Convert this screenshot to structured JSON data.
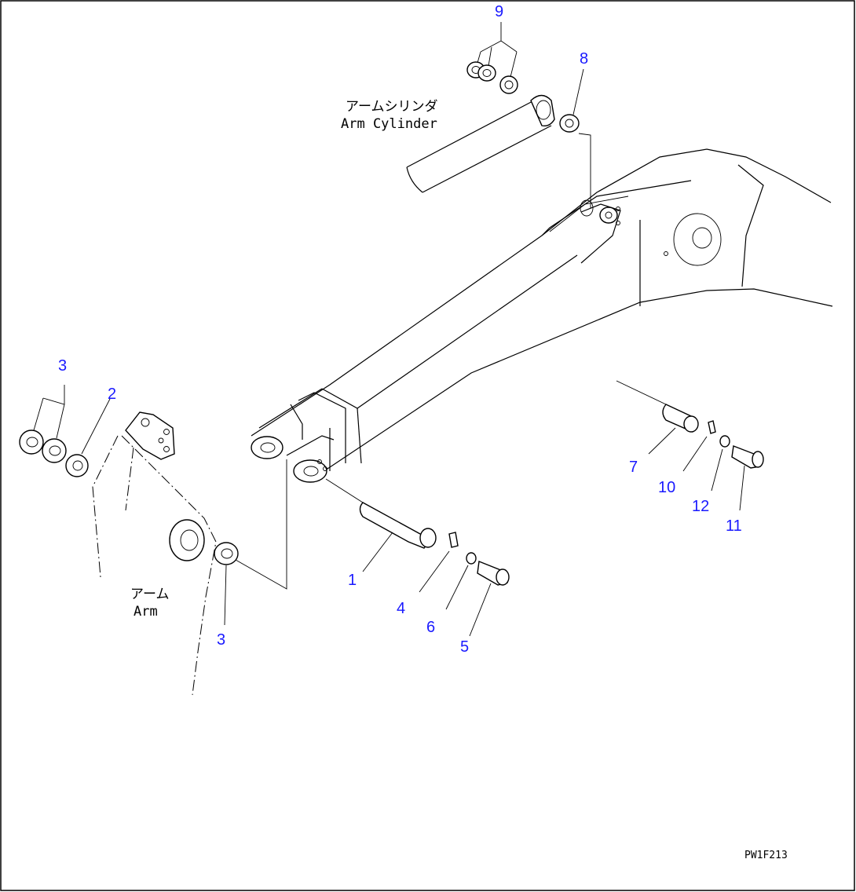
{
  "labels": {
    "arm_cylinder_jp": "アームシリンダ",
    "arm_cylinder_en": "Arm Cylinder",
    "arm_jp": "アーム",
    "arm_en": "Arm"
  },
  "drawing_code": "PW1F213",
  "callouts": {
    "c9": "9",
    "c8": "8",
    "c3a": "3",
    "c2": "2",
    "c3b": "3",
    "c1": "1",
    "c4": "4",
    "c6": "6",
    "c5": "5",
    "c7": "7",
    "c10": "10",
    "c12": "12",
    "c11": "11"
  }
}
